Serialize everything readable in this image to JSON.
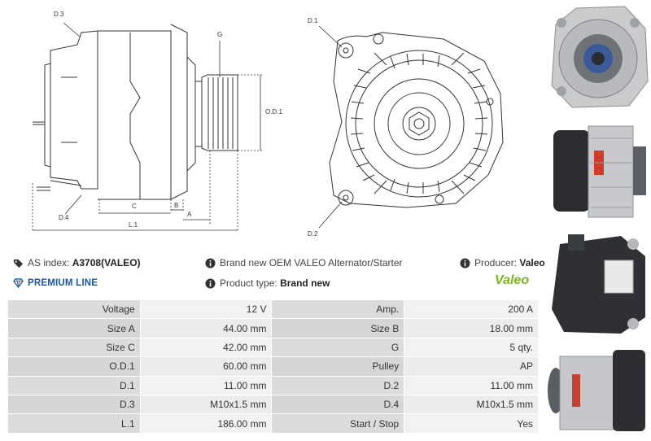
{
  "drawing_labels": {
    "d3": "D.3",
    "g": "G",
    "od1": "O.D.1",
    "d4": "D.4",
    "c": "C",
    "b": "B",
    "a": "A",
    "l1": "L.1",
    "d1": "D.1",
    "d2": "D.2"
  },
  "info": {
    "as_index_label": "AS index:",
    "as_index_value": "A3708(VALEO)",
    "description": "Brand new OEM VALEO Alternator/Starter",
    "producer_label": "Producer:",
    "producer_value": "Valeo",
    "premium_line": "PREMIUM LINE",
    "product_type_label": "Product type:",
    "product_type_value": "Brand new",
    "brand_logo_text": "Valeo"
  },
  "specs": [
    {
      "k1": "Voltage",
      "v1": "12 V",
      "k2": "Amp.",
      "v2": "200 A"
    },
    {
      "k1": "Size A",
      "v1": "44.00 mm",
      "k2": "Size B",
      "v2": "18.00 mm"
    },
    {
      "k1": "Size C",
      "v1": "42.00 mm",
      "k2": "G",
      "v2": "5 qty."
    },
    {
      "k1": "O.D.1",
      "v1": "60.00 mm",
      "k2": "Pulley",
      "v2": "AP"
    },
    {
      "k1": "D.1",
      "v1": "11.00 mm",
      "k2": "D.2",
      "v2": "11.00 mm"
    },
    {
      "k1": "D.3",
      "v1": "M10x1.5 mm",
      "k2": "D.4",
      "v2": "M10x1.5 mm"
    },
    {
      "k1": "L.1",
      "v1": "186.00 mm",
      "k2": "Start / Stop",
      "v2": "Yes"
    }
  ],
  "colors": {
    "accent": "#1a56a8",
    "valeo_green": "#7ab51d",
    "table_key_bg": "#dcdcdc",
    "table_value_bg": "#f2f2f2"
  }
}
